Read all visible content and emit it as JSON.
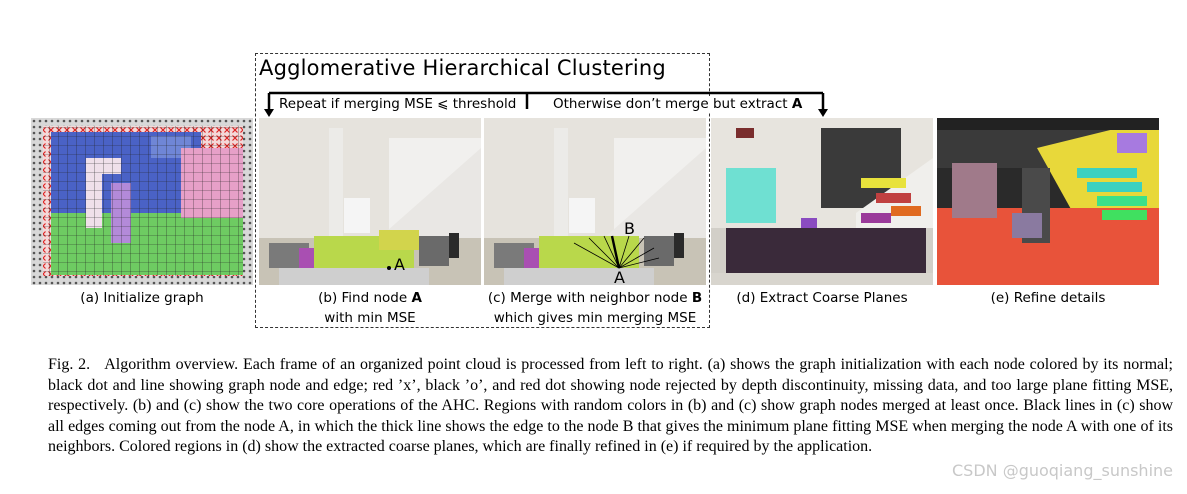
{
  "figure": {
    "ahc_title": "Agglomerative Hierarchical Clustering",
    "repeat_label_pre": "Repeat if merging MSE",
    "repeat_label_symbol": "⩽",
    "repeat_label_post": "threshold",
    "otherwise_label_pre": "Otherwise don’t merge but extract",
    "otherwise_label_bold": "A",
    "panels": [
      {
        "id": "a",
        "line1": "(a) Initialize graph",
        "bold": "",
        "line2": ""
      },
      {
        "id": "b",
        "line1": "(b) Find node ",
        "bold": "A",
        "line2": "with min MSE"
      },
      {
        "id": "c",
        "line1": "(c) Merge with neighbor node ",
        "bold": "B",
        "line2": "which gives min merging MSE"
      },
      {
        "id": "d",
        "line1": "(d) Extract Coarse Planes",
        "bold": "",
        "line2": ""
      },
      {
        "id": "e",
        "line1": "(e) Refine details",
        "bold": "",
        "line2": ""
      }
    ],
    "node_label_a": "A",
    "node_label_b": "B"
  },
  "caption": {
    "lead": "Fig. 2.",
    "body": "Algorithm overview. Each frame of an organized point cloud is processed from left to right. (a) shows the graph initialization with each node colored by its normal; black dot and line showing graph node and edge; red ’x’, black ’o’, and red dot showing node rejected by depth discontinuity, missing data, and too large plane fitting MSE, respectively. (b) and (c) show the two core operations of the AHC. Regions with random colors in (b) and (c) show graph nodes merged at least once. Black lines in (c) show all edges coming out from the node A, in which the thick line shows the edge to the node B that gives the minimum plane fitting MSE when merging the node A with one of its neighbors. Colored regions in (d) show the extracted coarse planes, which are finally refined in (e) if required by the application."
  },
  "watermark": "CSDN @guoqiang_sunshine"
}
